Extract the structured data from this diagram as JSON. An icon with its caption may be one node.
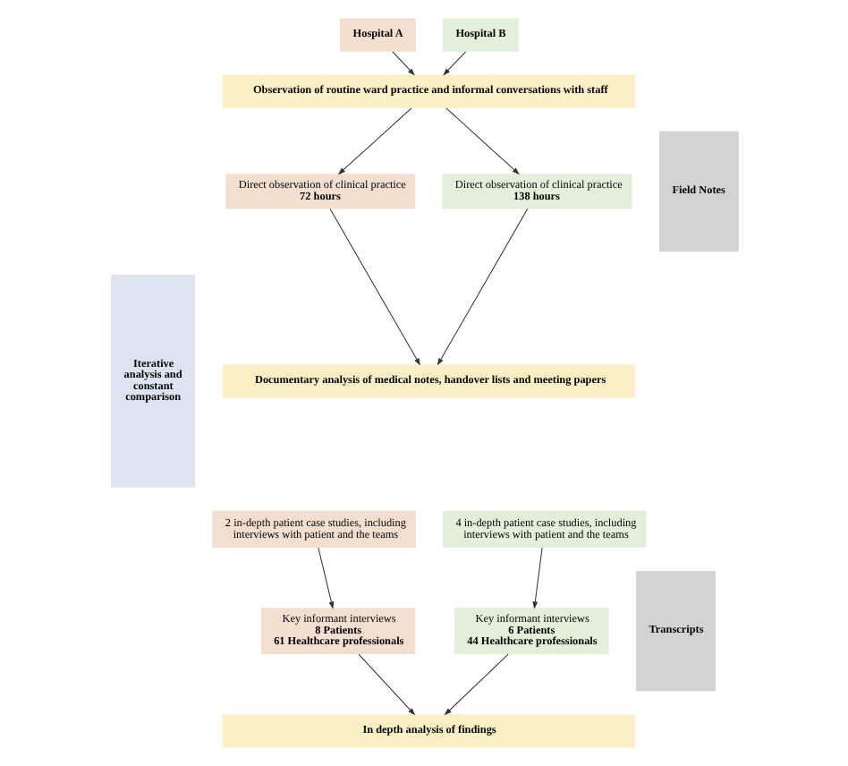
{
  "diagram": {
    "nodes": [
      {
        "text": [
          "Hospital A"
        ]
      },
      {
        "text": [
          "Hospital B"
        ]
      },
      {
        "text": [
          "Observation of routine ward practice and informal conversations with staff"
        ]
      },
      {
        "text": [
          "Direct observation of clinical practice",
          "72 hours"
        ]
      },
      {
        "text": [
          "Direct observation of clinical practice",
          "138 hours"
        ]
      },
      {
        "text": [
          "Documentary analysis of medical notes, handover lists and meeting papers"
        ]
      },
      {
        "text": [
          "2 in-depth patient case studies, including interviews with patient and the teams"
        ]
      },
      {
        "text": [
          "4 in-depth patient case studies, including interviews with patient and the teams"
        ]
      },
      {
        "text": [
          "Key informant interviews",
          "8 Patients",
          "61 Healthcare professionals"
        ]
      },
      {
        "text": [
          "Key informant interviews",
          "6 Patients",
          "44 Healthcare professionals"
        ]
      },
      {
        "text": [
          "In depth analysis of findings"
        ]
      },
      {
        "text": [
          "Iterative analysis and constant comparison"
        ]
      },
      {
        "text": [
          "Field Notes"
        ]
      },
      {
        "text": [
          "Transcripts"
        ]
      }
    ],
    "edges": [
      {
        "from": 0,
        "to": 2,
        "arrow": "to"
      },
      {
        "from": 1,
        "to": 2,
        "arrow": "to"
      },
      {
        "from": 2,
        "to": 3,
        "arrow": "to"
      },
      {
        "from": 2,
        "to": 4,
        "arrow": "to"
      },
      {
        "from": 3,
        "to": 5,
        "arrow": "to"
      },
      {
        "from": 4,
        "to": 5,
        "arrow": "to"
      },
      {
        "from": 6,
        "to": 8,
        "arrow": "to"
      },
      {
        "from": 7,
        "to": 9,
        "arrow": "to"
      },
      {
        "from": 8,
        "to": 10,
        "arrow": "to"
      },
      {
        "from": 9,
        "to": 10,
        "arrow": "to"
      }
    ]
  }
}
